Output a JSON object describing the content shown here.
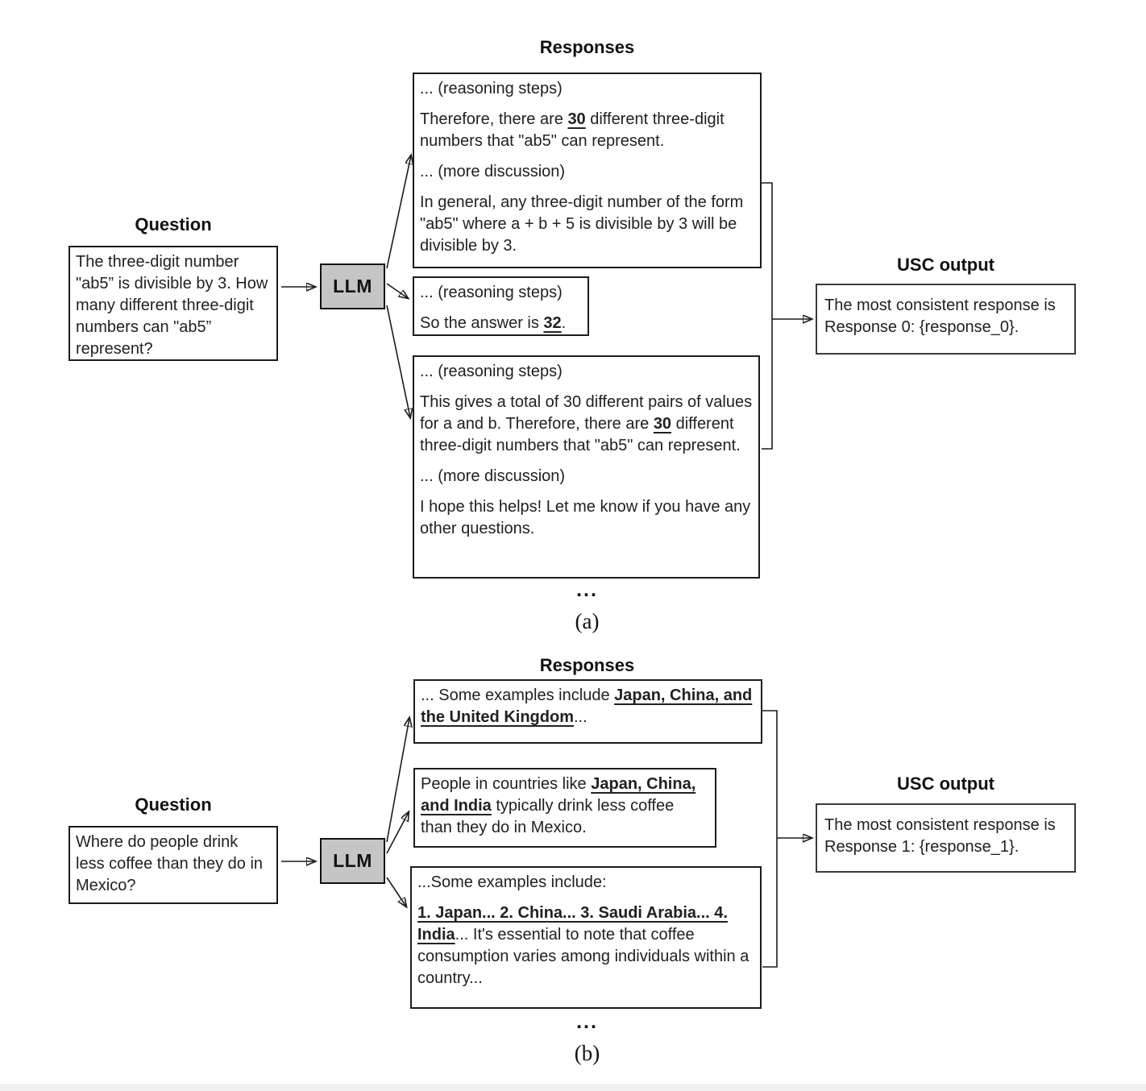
{
  "figure": {
    "colors": {
      "llm_box_fill": "#c5c5c5",
      "box_border": "#1c1c1c",
      "text": "#202124"
    },
    "panels": [
      {
        "label": "(a)",
        "question": {
          "title": "Question",
          "text": "The three-digit number \"ab5” is divisible by 3. How many different three-digit numbers can \"ab5” represent?"
        },
        "llm": {
          "label": "LLM"
        },
        "responses": {
          "title": "Responses",
          "more_indicator": "...",
          "boxes": [
            {
              "paragraphs": [
                [
                  {
                    "t": "... (reasoning steps)"
                  }
                ],
                [
                  {
                    "t": "Therefore, there are "
                  },
                  {
                    "t": "30",
                    "b": true,
                    "u": true
                  },
                  {
                    "t": " different three-digit numbers that \"ab5\" can represent."
                  }
                ],
                [
                  {
                    "t": "... (more discussion)"
                  }
                ],
                [
                  {
                    "t": "In general, any three-digit number of the form \"ab5\" where a + b + 5 is divisible by 3 will be divisible by 3."
                  }
                ]
              ]
            },
            {
              "paragraphs": [
                [
                  {
                    "t": "... (reasoning steps)"
                  }
                ],
                [
                  {
                    "t": "So the answer is "
                  },
                  {
                    "t": "32",
                    "b": true,
                    "u": true
                  },
                  {
                    "t": "."
                  }
                ]
              ]
            },
            {
              "paragraphs": [
                [
                  {
                    "t": "... (reasoning steps)"
                  }
                ],
                [
                  {
                    "t": "This gives a total of 30 different pairs of values for a and b. Therefore, there are "
                  },
                  {
                    "t": "30",
                    "b": true,
                    "u": true
                  },
                  {
                    "t": " different three-digit numbers that \"ab5\" can represent."
                  }
                ],
                [
                  {
                    "t": "... (more discussion)"
                  }
                ],
                [
                  {
                    "t": "I hope this helps! Let me know if you have any other questions."
                  }
                ]
              ]
            }
          ]
        },
        "usc": {
          "title": "USC output",
          "text": "The most consistent response is Response 0: {response_0}."
        }
      },
      {
        "label": "(b)",
        "question": {
          "title": "Question",
          "text": "Where do people drink less coffee than they do in Mexico?"
        },
        "llm": {
          "label": "LLM"
        },
        "responses": {
          "title": "Responses",
          "more_indicator": "...",
          "boxes": [
            {
              "paragraphs": [
                [
                  {
                    "t": "... Some examples include "
                  },
                  {
                    "t": "Japan, China, and the United Kingdom",
                    "b": true,
                    "u": true
                  },
                  {
                    "t": "..."
                  }
                ]
              ]
            },
            {
              "paragraphs": [
                [
                  {
                    "t": "People in countries like "
                  },
                  {
                    "t": "Japan, China, and India",
                    "b": true,
                    "u": true
                  },
                  {
                    "t": " typically drink less coffee than they do in Mexico."
                  }
                ]
              ]
            },
            {
              "paragraphs": [
                [
                  {
                    "t": "...Some examples include:"
                  }
                ],
                [
                  {
                    "t": "1. Japan... 2. China... 3. Saudi Arabia... 4. India",
                    "b": true,
                    "u": true
                  },
                  {
                    "t": "... It's essential to note that coffee consumption varies among individuals within a country..."
                  }
                ]
              ]
            }
          ]
        },
        "usc": {
          "title": "USC output",
          "text": "The most consistent response is Response 1: {response_1}."
        }
      }
    ]
  }
}
